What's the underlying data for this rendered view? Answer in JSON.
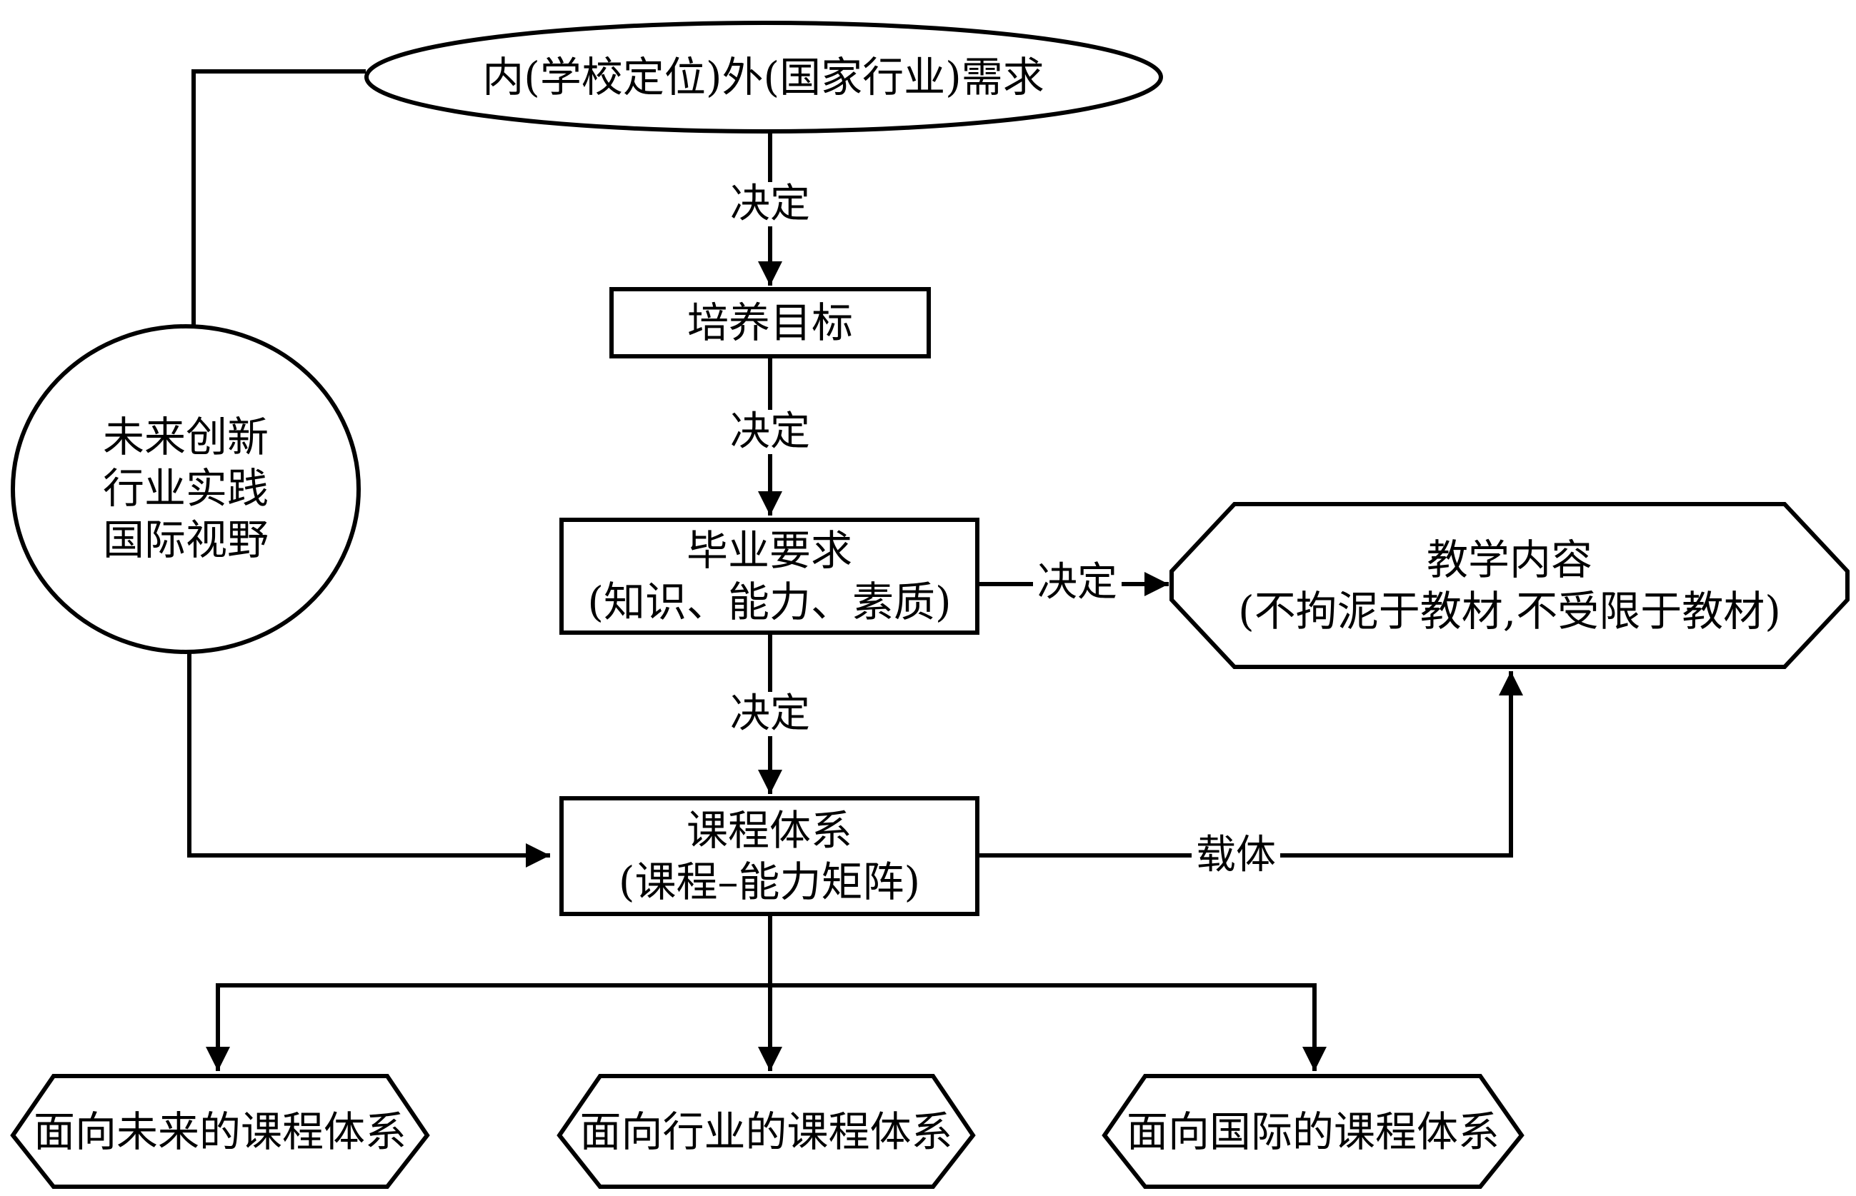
{
  "nodes": {
    "demand": {
      "text": "内(学校定位)外(国家行业)需求"
    },
    "drivers": {
      "lines": [
        "未来创新",
        "行业实践",
        "国际视野"
      ]
    },
    "training_goal": {
      "text": "培养目标"
    },
    "graduation_req": {
      "lines": [
        "毕业要求",
        "(知识、能力、素质)"
      ]
    },
    "teaching_content": {
      "lines": [
        "教学内容",
        "(不拘泥于教材,不受限于教材)"
      ]
    },
    "curriculum": {
      "lines": [
        "课程体系",
        "(课程–能力矩阵)"
      ]
    },
    "future_curriculum": {
      "text": "面向未来的课程体系"
    },
    "industry_curriculum": {
      "text": "面向行业的课程体系"
    },
    "international_curriculum": {
      "text": "面向国际的课程体系"
    }
  },
  "edges": {
    "demand_to_goal": "决定",
    "goal_to_req": "决定",
    "req_to_content": "决定",
    "req_to_curriculum": "决定",
    "curriculum_to_content": "载体"
  },
  "colors": {
    "stroke": "#000000",
    "background": "#ffffff"
  }
}
